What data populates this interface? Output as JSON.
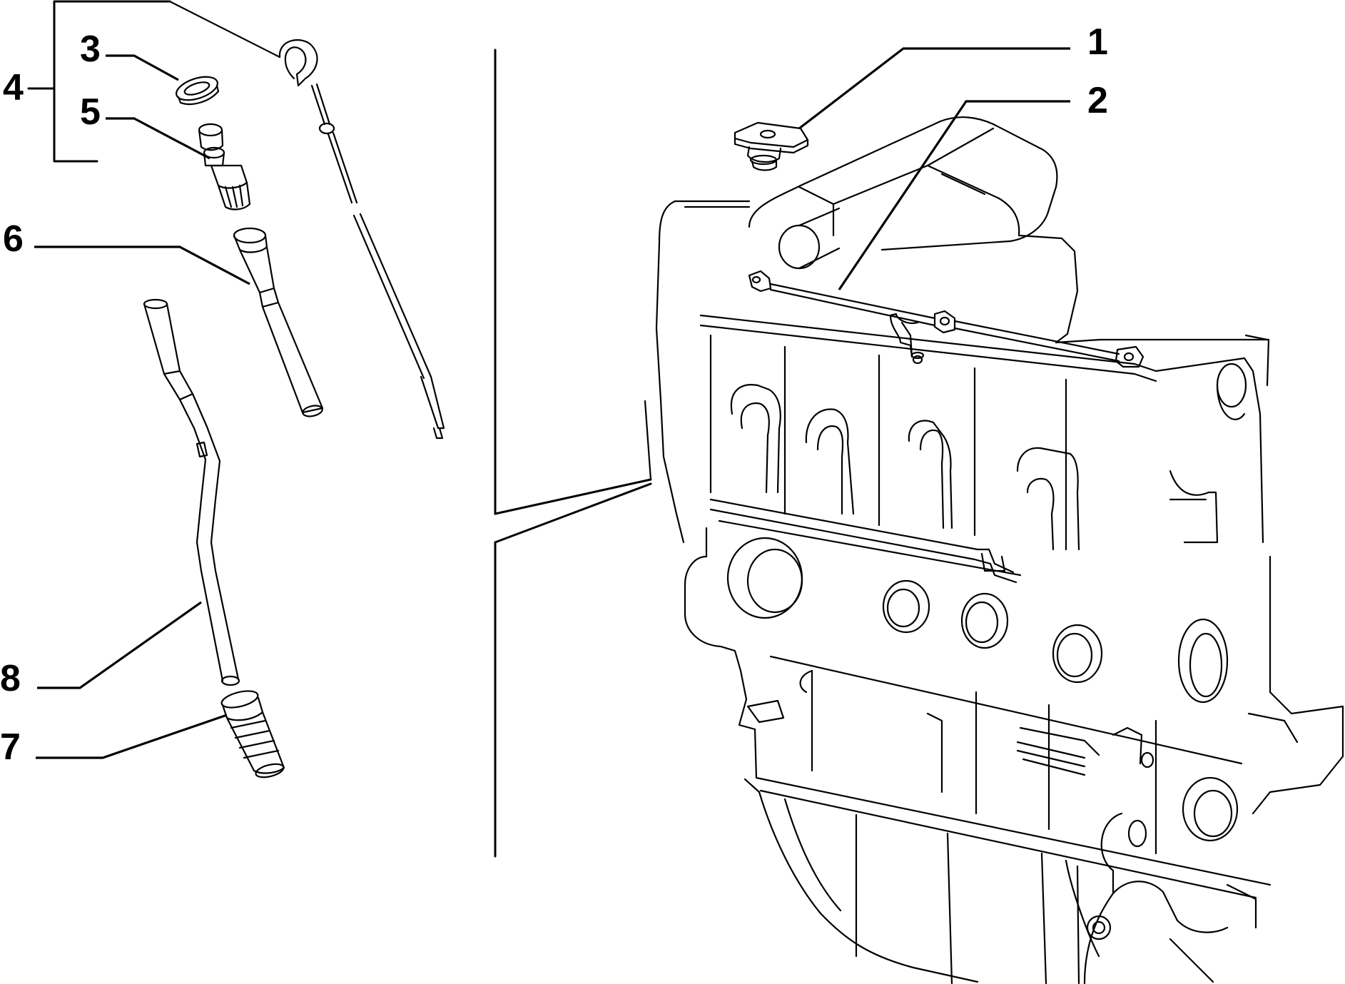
{
  "callouts": {
    "c1": "1",
    "c2": "2",
    "c3": "3",
    "c4": "4",
    "c5": "5",
    "c6": "6",
    "c7": "7",
    "c8": "8"
  },
  "colors": {
    "ink": "#000000",
    "background": "#ffffff"
  },
  "icons": {
    "engine": "engine-block-drawing",
    "dipstick": "dipstick-drawing"
  }
}
